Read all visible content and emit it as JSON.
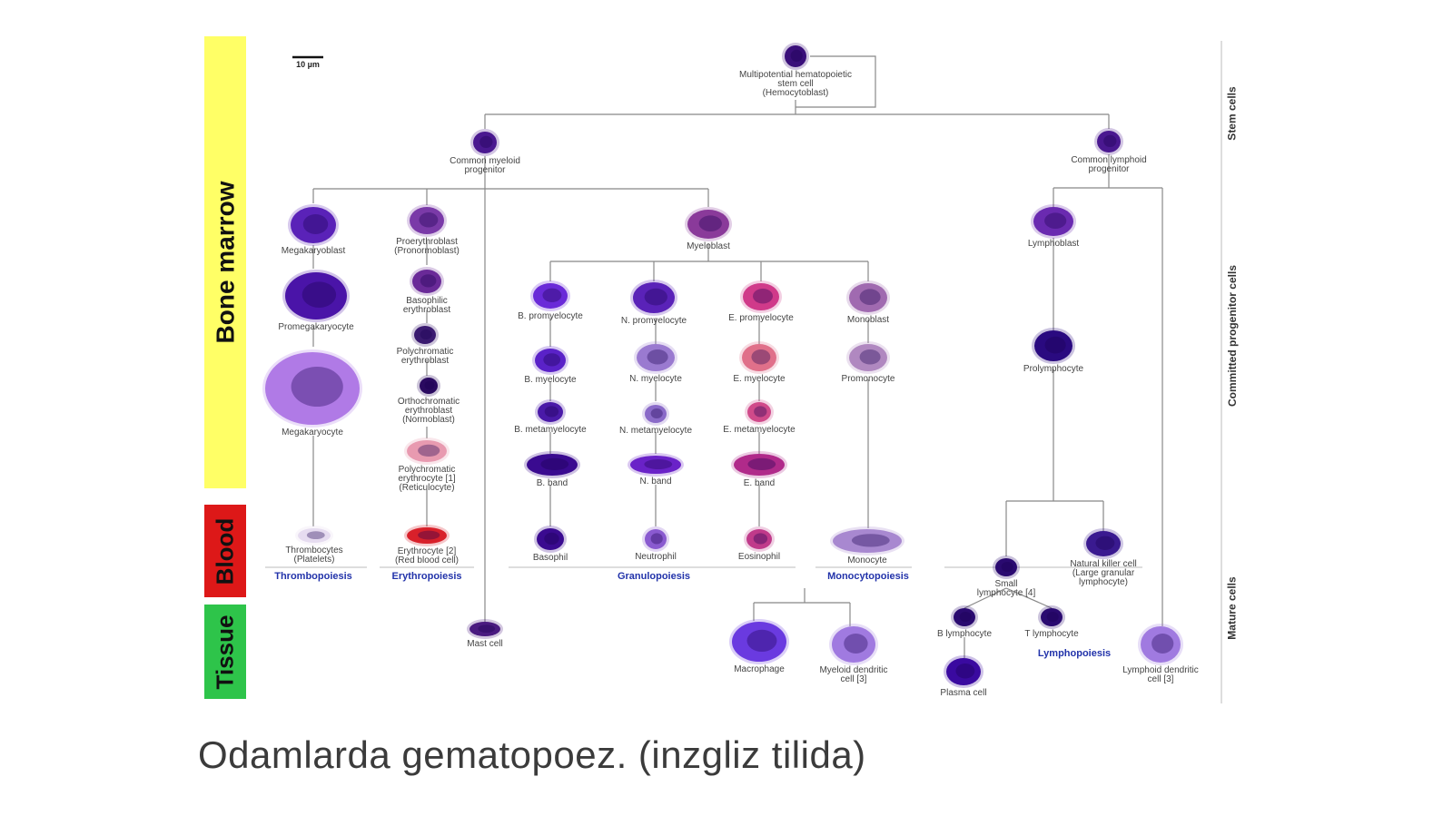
{
  "bands": {
    "bone_marrow": "Bone marrow",
    "blood": "Blood",
    "tissue": "Tissue"
  },
  "stages": {
    "stem": "Stem cells",
    "committed": "Committed progenitor cells",
    "mature": "Mature cells"
  },
  "scale_bar": "10 µm",
  "cells": [
    {
      "id": "hsc",
      "label": [
        "Multipotential hematopoietic",
        "stem cell",
        "(Hemocytoblast)"
      ],
      "color": "#3a0f7a"
    },
    {
      "id": "cmp",
      "label": [
        "Common myeloid",
        "progenitor"
      ],
      "color": "#4a1890"
    },
    {
      "id": "clp",
      "label": [
        "Common lymphoid",
        "progenitor"
      ],
      "color": "#4a1890"
    },
    {
      "id": "megakaryoblast",
      "label": [
        "Megakaryoblast"
      ],
      "color": "#5a22b8"
    },
    {
      "id": "promegakaryocyte",
      "label": [
        "Promegakaryocyte"
      ],
      "color": "#4a14a8"
    },
    {
      "id": "megakaryocyte",
      "label": [
        "Megakaryocyte"
      ],
      "color": "#b07ae6"
    },
    {
      "id": "thrombocytes",
      "label": [
        "Thrombocytes",
        "(Platelets)"
      ],
      "color": "#e6dcf0"
    },
    {
      "id": "proerythroblast",
      "label": [
        "Proerythroblast",
        "(Pronormoblast)"
      ],
      "color": "#7a3aa8"
    },
    {
      "id": "basophilic-erythroblast",
      "label": [
        "Basophilic",
        "erythroblast"
      ],
      "color": "#6a2a98"
    },
    {
      "id": "polychromatic-erythroblast",
      "label": [
        "Polychromatic",
        "erythroblast"
      ],
      "color": "#3a1a70"
    },
    {
      "id": "orthochromatic-erythroblast",
      "label": [
        "Orthochromatic",
        "erythroblast",
        "(Normoblast)"
      ],
      "color": "#2a0a60"
    },
    {
      "id": "reticulocyte",
      "label": [
        "Polychromatic",
        "erythrocyte [1]",
        "(Reticulocyte)"
      ],
      "color": "#e89ab0"
    },
    {
      "id": "erythrocyte",
      "label": [
        "Erythrocyte [2]",
        "(Red blood cell)"
      ],
      "color": "#d8202a"
    },
    {
      "id": "myeloblast",
      "label": [
        "Myeloblast"
      ],
      "color": "#8a3a9a"
    },
    {
      "id": "b-promyelocyte",
      "label": [
        "B. promyelocyte"
      ],
      "color": "#6a2ad8"
    },
    {
      "id": "n-promyelocyte",
      "label": [
        "N. promyelocyte"
      ],
      "color": "#5a22b8"
    },
    {
      "id": "e-promyelocyte",
      "label": [
        "E. promyelocyte"
      ],
      "color": "#d03a8a"
    },
    {
      "id": "monoblast",
      "label": [
        "Monoblast"
      ],
      "color": "#a06ab0"
    },
    {
      "id": "b-myelocyte",
      "label": [
        "B. myelocyte"
      ],
      "color": "#5a22c8"
    },
    {
      "id": "n-myelocyte",
      "label": [
        "N. myelocyte"
      ],
      "color": "#9a7ad0"
    },
    {
      "id": "e-myelocyte",
      "label": [
        "E. myelocyte"
      ],
      "color": "#e0708a"
    },
    {
      "id": "promonocyte",
      "label": [
        "Promonocyte"
      ],
      "color": "#b088c0"
    },
    {
      "id": "b-metamyelocyte",
      "label": [
        "B. metamyelocyte"
      ],
      "color": "#4a1aa8"
    },
    {
      "id": "n-metamyelocyte",
      "label": [
        "N. metamyelocyte"
      ],
      "color": "#8a6ac8"
    },
    {
      "id": "e-metamyelocyte",
      "label": [
        "E. metamyelocyte"
      ],
      "color": "#d04a8a"
    },
    {
      "id": "b-band",
      "label": [
        "B. band"
      ],
      "color": "#3a0a90"
    },
    {
      "id": "n-band",
      "label": [
        "N. band"
      ],
      "color": "#6a22c8"
    },
    {
      "id": "e-band",
      "label": [
        "E. band"
      ],
      "color": "#b02a8a"
    },
    {
      "id": "basophil",
      "label": [
        "Basophil"
      ],
      "color": "#3a0a90"
    },
    {
      "id": "neutrophil",
      "label": [
        "Neutrophil"
      ],
      "color": "#8a5ad0"
    },
    {
      "id": "eosinophil",
      "label": [
        "Eosinophil"
      ],
      "color": "#c03a8a"
    },
    {
      "id": "monocyte",
      "label": [
        "Monocyte"
      ],
      "color": "#a888d0"
    },
    {
      "id": "mast-cell",
      "label": [
        "Mast cell"
      ],
      "color": "#4a1a80"
    },
    {
      "id": "macrophage",
      "label": [
        "Macrophage"
      ],
      "color": "#6a3ae0"
    },
    {
      "id": "myeloid-dendritic",
      "label": [
        "Myeloid dendritic",
        "cell [3]"
      ],
      "color": "#a07ae0"
    },
    {
      "id": "lymphoblast",
      "label": [
        "Lymphoblast"
      ],
      "color": "#6a2ab0"
    },
    {
      "id": "prolymphocyte",
      "label": [
        "Prolymphocyte"
      ],
      "color": "#2a0a80"
    },
    {
      "id": "small-lymphocyte",
      "label": [
        "Small",
        "lymphocyte [4]"
      ],
      "color": "#2a0a70"
    },
    {
      "id": "nk-cell",
      "label": [
        "Natural killer cell",
        "(Large granular",
        "lymphocyte)"
      ],
      "color": "#3a1a90"
    },
    {
      "id": "b-lymphocyte",
      "label": [
        "B lymphocyte"
      ],
      "color": "#2a0a70"
    },
    {
      "id": "t-lymphocyte",
      "label": [
        "T lymphocyte"
      ],
      "color": "#2a0a70"
    },
    {
      "id": "plasma-cell",
      "label": [
        "Plasma cell"
      ],
      "color": "#3a0aa0"
    },
    {
      "id": "lymphoid-dendritic",
      "label": [
        "Lymphoid dendritic",
        "cell [3]"
      ],
      "color": "#a07ae0"
    }
  ],
  "processes": [
    "Thrombopoiesis",
    "Erythropoiesis",
    "Granulopoiesis",
    "Monocytopoiesis",
    "Lymphopoiesis"
  ],
  "colors": {
    "bone_marrow": "#ffff66",
    "blood": "#dd1818",
    "tissue": "#2ec44a",
    "process_label": "#2233aa"
  },
  "caption": "Odamlarda gematopoez. (inzgliz tilida)"
}
